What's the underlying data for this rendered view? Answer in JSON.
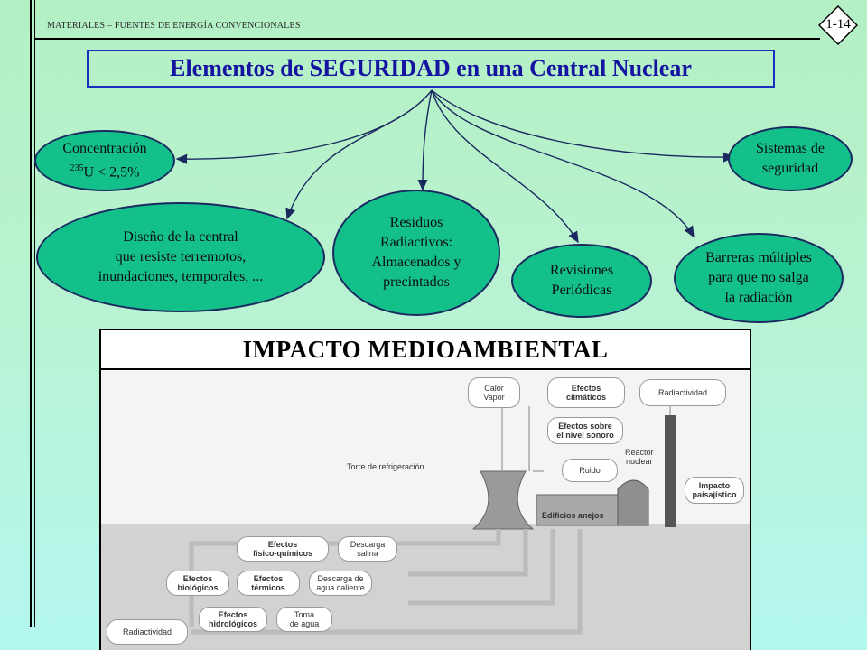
{
  "header": {
    "subject": "MATERIALES – FUENTES DE ENERGÍA CONVENCIONALES",
    "page_number": "1-14"
  },
  "title": "Elementos de SEGURIDAD en una Central Nuclear",
  "nodes": {
    "concentracion": {
      "line1": "Concentración",
      "sup": "235",
      "line2": "U < 2,5%"
    },
    "diseno": {
      "line1": "Diseño de la central",
      "line2": "que resiste terremotos,",
      "line3": "inundaciones, temporales, ..."
    },
    "residuos": {
      "line1": "Residuos",
      "line2": "Radiactivos:",
      "line3": "Almacenados y",
      "line4": "precintados"
    },
    "revisiones": {
      "line1": "Revisiones",
      "line2": "Periódicas"
    },
    "barreras": {
      "line1": "Barreras múltiples",
      "line2": "para que no salga",
      "line3": "la radiación"
    },
    "sistemas": {
      "line1": "Sistemas de",
      "line2": "seguridad"
    }
  },
  "impact_title": "IMPACTO MEDIOAMBIENTAL",
  "illustration": {
    "calor_vapor": {
      "line1": "Calor",
      "line2": "Vapor"
    },
    "efectos_climaticos": {
      "line1": "Efectos",
      "line2": "climáticos"
    },
    "radiactividad_top": "Radiactividad",
    "efectos_sonoro": {
      "line1": "Efectos sobre",
      "line2": "el nivel sonoro"
    },
    "torre": "Torre de refrigeración",
    "ruido": "Ruido",
    "reactor": {
      "line1": "Reactor",
      "line2": "nuclear"
    },
    "impacto_paisajistico": {
      "line1": "Impacto",
      "line2": "paisajístico"
    },
    "edificios": "Edificios anejos",
    "fisico_quimicos": {
      "line1": "Efectos",
      "line2": "físico-químicos"
    },
    "descarga_salina": {
      "line1": "Descarga",
      "line2": "salina"
    },
    "biologicos": {
      "line1": "Efectos",
      "line2": "biológicos"
    },
    "termicos": {
      "line1": "Efectos",
      "line2": "térmicos"
    },
    "agua_caliente": {
      "line1": "Descarga de",
      "line2": "agua caliente"
    },
    "hidrologicos": {
      "line1": "Efectos",
      "line2": "hidrológicos"
    },
    "toma_agua": {
      "line1": "Toma",
      "line2": "de agua"
    },
    "radiactividad_bottom": "Radiactividad"
  },
  "colors": {
    "title_blue": "#1414a0",
    "node_fill": "#14c08a",
    "arrow": "#1a2a60"
  }
}
